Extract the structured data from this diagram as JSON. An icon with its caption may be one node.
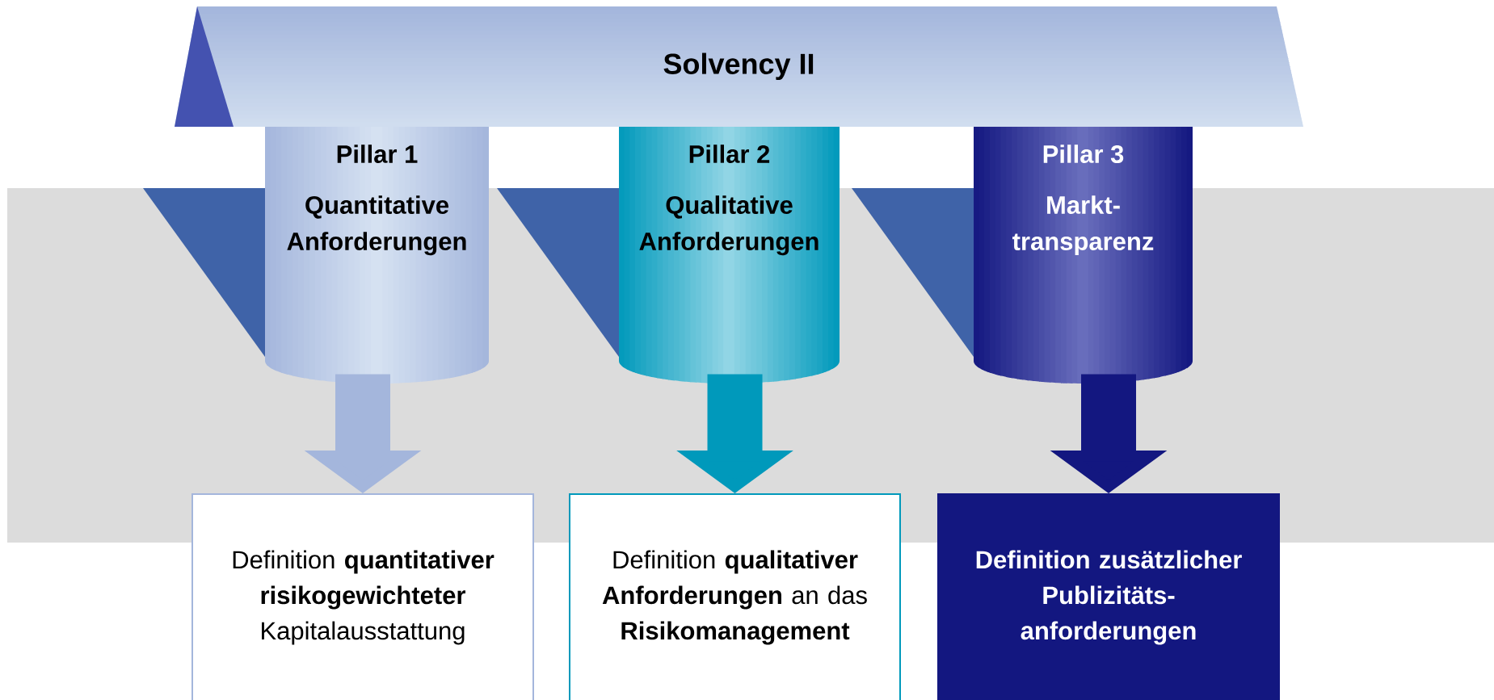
{
  "diagram": {
    "nodes": [
      {
        "text": [
          "Solvency II"
        ]
      },
      {
        "text": [
          "Pillar 1",
          "Quantitative Anforderungen"
        ]
      },
      {
        "text": [
          "Pillar 2",
          "Qualitative Anforderungen"
        ]
      },
      {
        "text": [
          "Pillar 3",
          "Markt-transparenz"
        ]
      },
      {
        "text": [
          "Definition **quantitativer risikogewichteter** Kapitalausstattung"
        ]
      },
      {
        "text": [
          "Definition **qualitativer Anforderungen** an das **Risikomanagement**"
        ]
      },
      {
        "text": [
          "Definition zusätzlicher Publizitäts-anforderungen"
        ]
      }
    ],
    "edges": [
      {
        "from": 1,
        "to": 4,
        "arrow": "to",
        "color": "#a4b6dc"
      },
      {
        "from": 2,
        "to": 5,
        "arrow": "to",
        "color": "#0099bb"
      },
      {
        "from": 3,
        "to": 6,
        "arrow": "to",
        "color": "#131780"
      }
    ]
  }
}
